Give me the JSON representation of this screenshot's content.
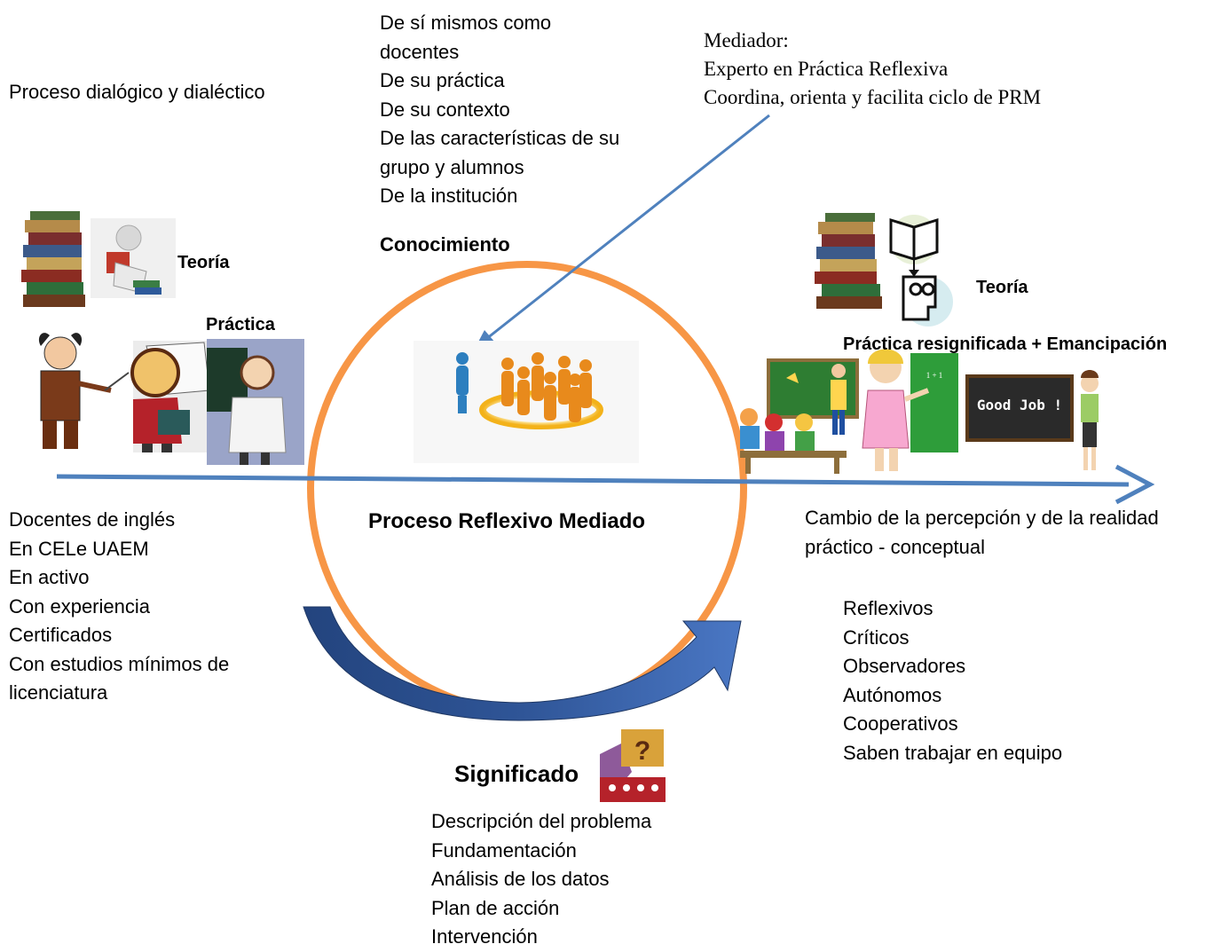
{
  "process_label": "Proceso dialógico y dialéctico",
  "knowledge": {
    "items": [
      "De sí mismos como",
      "docentes",
      "De su práctica",
      "De su contexto",
      "De las características de su",
      "grupo y alumnos",
      "De la institución"
    ],
    "title": "Conocimiento"
  },
  "mediator": {
    "lines": [
      "Mediador:",
      "Experto en Práctica Reflexiva",
      "Coordina, orienta y facilita ciclo de  PRM"
    ]
  },
  "left": {
    "theory_label": "Teoría",
    "practice_label": "Práctica",
    "teachers": [
      "Docentes de inglés",
      "En CELe UAEM",
      "En activo",
      "Con experiencia",
      "Certificados",
      "Con estudios mínimos de",
      "licenciatura"
    ]
  },
  "center": {
    "circle_label": "Proceso Reflexivo Mediado",
    "meaning_title": "Significado",
    "steps": [
      "Descripción del problema",
      "Fundamentación",
      "Análisis de los datos",
      "Plan de acción",
      "Intervención"
    ]
  },
  "right": {
    "theory_label": "Teoría",
    "practice_label": "Práctica resignificada + Emancipación",
    "change": [
      "Cambio de la percepción y de la realidad",
      "práctico - conceptual"
    ],
    "traits": [
      "Reflexivos",
      "Críticos",
      "Observadores",
      "Autónomos",
      "Cooperativos",
      "Saben trabajar en equipo"
    ],
    "board_text": "Good Job !",
    "equation": "1 + 1"
  },
  "colors": {
    "arrow_blue": "#4f81bd",
    "circle_orange": "#f79646",
    "curve_dark_blue": "#2f5597"
  }
}
